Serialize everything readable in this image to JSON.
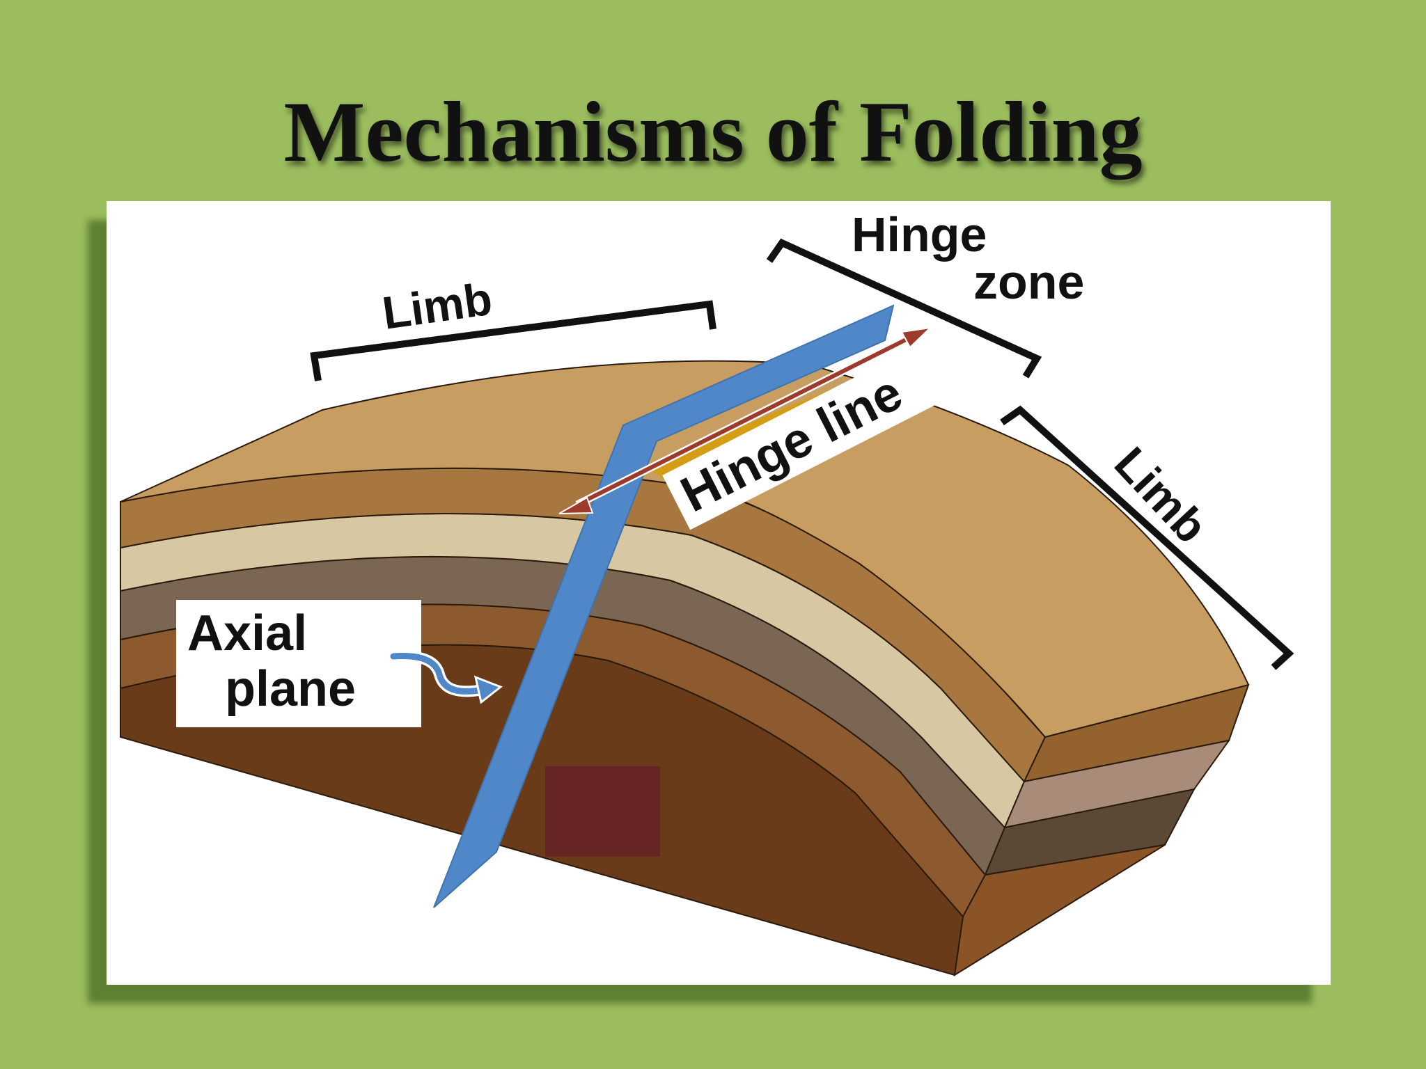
{
  "title": "Mechanisms of Folding",
  "diagram": {
    "labels": {
      "limb_left": "Limb",
      "hinge_zone_line1": "Hinge",
      "hinge_zone_line2": "zone",
      "hinge_line": "Hinge line",
      "limb_right": "Limb",
      "axial_line1": "Axial",
      "axial_line2": "plane"
    },
    "colors": {
      "background": "#9bbd5e",
      "top_surface": "#c89d62",
      "layer_brown": "#a8773f",
      "layer_cream": "#d7c7a3",
      "layer_gray": "#7a6652",
      "layer_mid_brown": "#8c5a2e",
      "core_dark": "#6a3b18",
      "axial_plane": "#4f87c8",
      "hinge_arrow": "#9e3a2c",
      "hinge_band": "#d49d16",
      "marker_square": "#662424"
    }
  }
}
